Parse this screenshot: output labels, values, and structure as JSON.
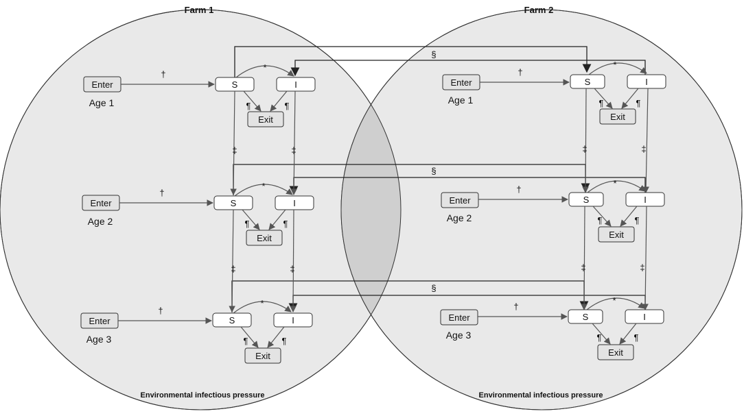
{
  "farms": [
    {
      "title": "Farm 1",
      "environment_label": "Environmental infectious pressure",
      "ages": [
        {
          "age_label": "Age 1",
          "enter_label": "Enter",
          "s_label": "S",
          "i_label": "I",
          "exit_label": "Exit"
        },
        {
          "age_label": "Age 2",
          "enter_label": "Enter",
          "s_label": "S",
          "i_label": "I",
          "exit_label": "Exit"
        },
        {
          "age_label": "Age 3",
          "enter_label": "Enter",
          "s_label": "S",
          "i_label": "I",
          "exit_label": "Exit"
        }
      ]
    },
    {
      "title": "Farm 2",
      "environment_label": "Environmental infectious pressure",
      "ages": [
        {
          "age_label": "Age 1",
          "enter_label": "Enter",
          "s_label": "S",
          "i_label": "I",
          "exit_label": "Exit"
        },
        {
          "age_label": "Age 2",
          "enter_label": "Enter",
          "s_label": "S",
          "i_label": "I",
          "exit_label": "Exit"
        },
        {
          "age_label": "Age 3",
          "enter_label": "Enter",
          "s_label": "S",
          "i_label": "I",
          "exit_label": "Exit"
        }
      ]
    }
  ],
  "symbols": {
    "enter_arrow": "†",
    "infection": "*",
    "exit": "¶",
    "aging": "‡",
    "between_farm": "§"
  },
  "colors": {
    "circle_fill": "#e9e9e9",
    "overlap_fill": "#cfcfcf",
    "box_fill": "#ffffff",
    "enter_fill": "#e3e3e3",
    "stroke": "#555555"
  }
}
